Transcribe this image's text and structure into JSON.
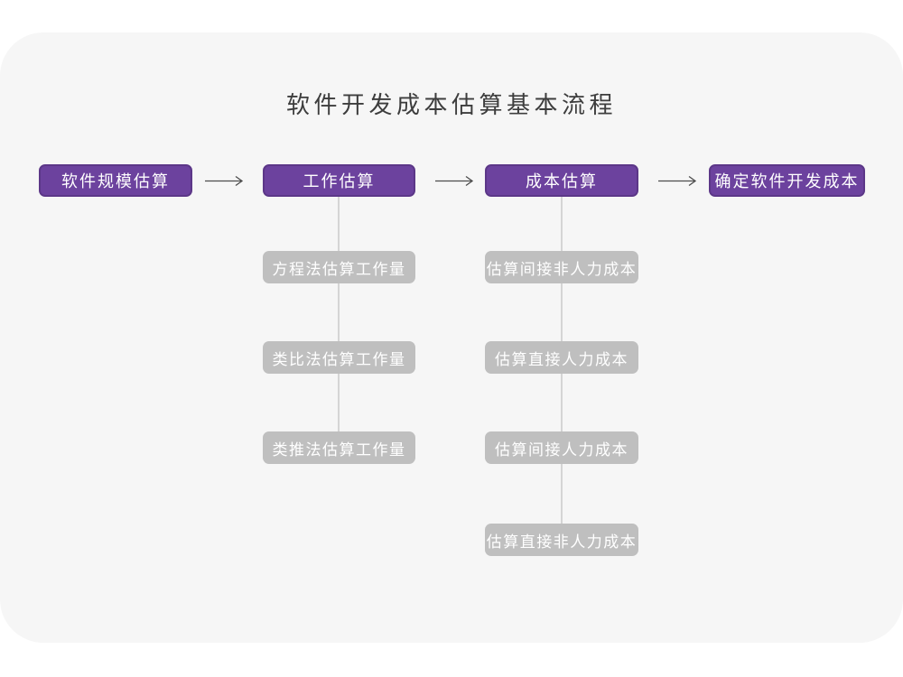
{
  "page": {
    "title": "软件开发成本估算基本流程"
  },
  "flow": {
    "stages": [
      {
        "label": "软件规模估算",
        "children": []
      },
      {
        "label": "工作估算",
        "children": [
          "方程法估算工作量",
          "类比法估算工作量",
          "类推法估算工作量"
        ]
      },
      {
        "label": "成本估算",
        "children": [
          "估算间接非人力成本",
          "估算直接人力成本",
          "估算间接人力成本",
          "估算直接非人力成本"
        ]
      },
      {
        "label": "确定软件开发成本",
        "children": []
      }
    ]
  },
  "colors": {
    "canvas_bg": "#f6f6f6",
    "page_bg": "#ffffff",
    "primary_node_fill": "#6c429e",
    "primary_node_border": "#5c3788",
    "secondary_node_fill": "#bfbfbf",
    "node_text": "#ffffff",
    "title_text": "#3d3d3d",
    "arrow": "#4d4d4d",
    "connector_line": "#d5d5d5"
  }
}
